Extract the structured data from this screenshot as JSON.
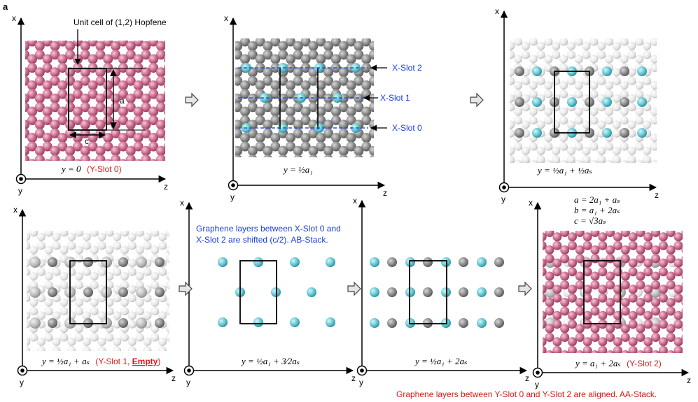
{
  "figure_label": "a",
  "axis_labels": {
    "x": "x",
    "y": "y",
    "z": "z"
  },
  "colors": {
    "pink_atom": "#c8668a",
    "gray_atom": "#888888",
    "cyan_atom": "#5fc6d2",
    "white_atom": "#e8e8e8",
    "red_text": "#d81b1b",
    "blue_text": "#1a3fd8",
    "slot_line": "#2a4fe0"
  },
  "panel1": {
    "unit_cell_label": "Unit cell of (1,2) Hopfene",
    "a_label": "a",
    "c_label": "c",
    "caption_math": "y = 0",
    "caption_red": "(Y-Slot 0)"
  },
  "panel2": {
    "slot_labels": [
      "X-Slot 2",
      "X-Slot 1",
      "X-Slot 0"
    ],
    "caption_math": "y = ½a₁"
  },
  "panel3": {
    "caption_math": "y = ½a₁ + ½aₛ"
  },
  "panel4": {
    "caption_math": "y = ½a₁ + aₛ",
    "caption_red_pre": "(Y-Slot 1, ",
    "caption_red_bold": "Empty",
    "caption_red_post": ")"
  },
  "panel5": {
    "note_line1": "Graphene layers between X-Slot 0 and",
    "note_line2": "X-Slot 2 are shifted (c/2). AB-Stack.",
    "caption_math": "y = ½a₁ + 3⁄2aₛ"
  },
  "panel6": {
    "caption_math": "y = ½a₁ + 2aₛ"
  },
  "panel7": {
    "eq_a": "a = 2a₁ + aₛ",
    "eq_b": "b = a₁ + 2aₛ",
    "eq_c": "c = √3aₛ",
    "caption_math": "y = a₁ + 2aₛ",
    "caption_red": "(Y-Slot 2)"
  },
  "bottom_note": "Graphene layers between Y-Slot 0 and Y-Slot 2 are aligned. AA-Stack."
}
